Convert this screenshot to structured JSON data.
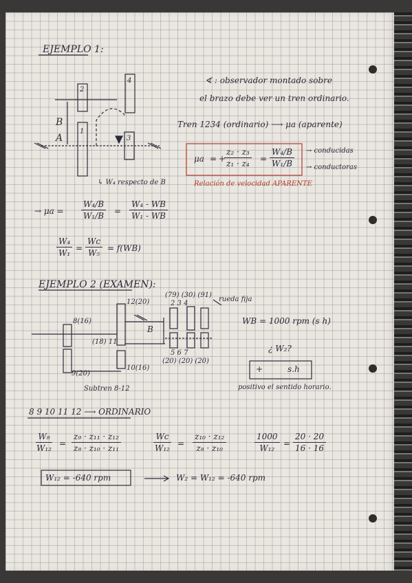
{
  "ex1": {
    "title": "EJEMPLO 1:",
    "label_A": "A",
    "label_B": "B",
    "gear_1": "1",
    "gear_2": "2",
    "gear_3": "3",
    "gear_4": "4",
    "observer_line1": "∢ : observador montado sobre",
    "observer_line2": "el brazo debe ver un tren ordinario.",
    "train_text": "Tren 1234 (ordinario) ⟶ μa (aparente)",
    "mu_label": "μa",
    "eq_sign": "=",
    "plus": "+",
    "z_num": "z₂ · z₃",
    "z_den": "z₁ · z₄",
    "w_num": "W₄/B",
    "w_den": "W₁/B",
    "conducidas": "→ conducidas",
    "conductoras": "→ conductoras",
    "red_note": "Relación de velocidad APARENTE",
    "side_note": "↳ W₄ respecto de B",
    "arrow_mu": "→ μa =",
    "mu_f1_num": "W₄/B",
    "mu_f1_den": "W₁/B",
    "mu_f2_num": "W₄ - WB",
    "mu_f2_den": "W₁ - WB",
    "rel_f1_num": "W₄",
    "rel_f1_den": "W₁",
    "rel_f2_num": "Wc",
    "rel_f2_den": "W₅",
    "rel_tail": "= f(WB)"
  },
  "ex2": {
    "title": "EJEMPLO 2 (EXAMEN):",
    "t12": "12(20)",
    "t8": "8(16)",
    "t11": "(18) 11",
    "t9": "9(20)",
    "t10": "10(16)",
    "t_top": "(79)  (30)  (91)",
    "t_nums_top": "2       3       4",
    "t_nums_bot": "5       6       7",
    "t_bottom": "(20) (20)   (20)",
    "label_B": "B",
    "fixed_wheel": "rueda fija",
    "wb": "WB = 1000 rpm (s h)",
    "w2q": "¿ W₂?",
    "sign_plus": "+",
    "sign_sh": "s.h",
    "sign_note": "positivo el sentido horario.",
    "subtren": "Subtren 8-12",
    "ordinario": "8 9 10 11 12 ⟶ ORDINARIO",
    "eq1_lnum": "W₈",
    "eq1_lden": "W₁₂",
    "eq1_rnum": "z₉ · z₁₁ · z₁₂",
    "eq1_rden": "z₈ · z₁₀ · z₁₁",
    "eq2_lnum": "Wc",
    "eq2_lden": "W₁₂",
    "eq2_rnum": "z₁₀ · z₁₂",
    "eq2_rden": "z₈ · z₁₀",
    "eq3_lnum": "1000",
    "eq3_lden": "W₁₂",
    "eq3_rnum": "20 · 20",
    "eq3_rden": "16 · 16",
    "result": "W₁₂ = -640 rpm",
    "final": "W₂ = W₁₂ = -640 rpm"
  }
}
